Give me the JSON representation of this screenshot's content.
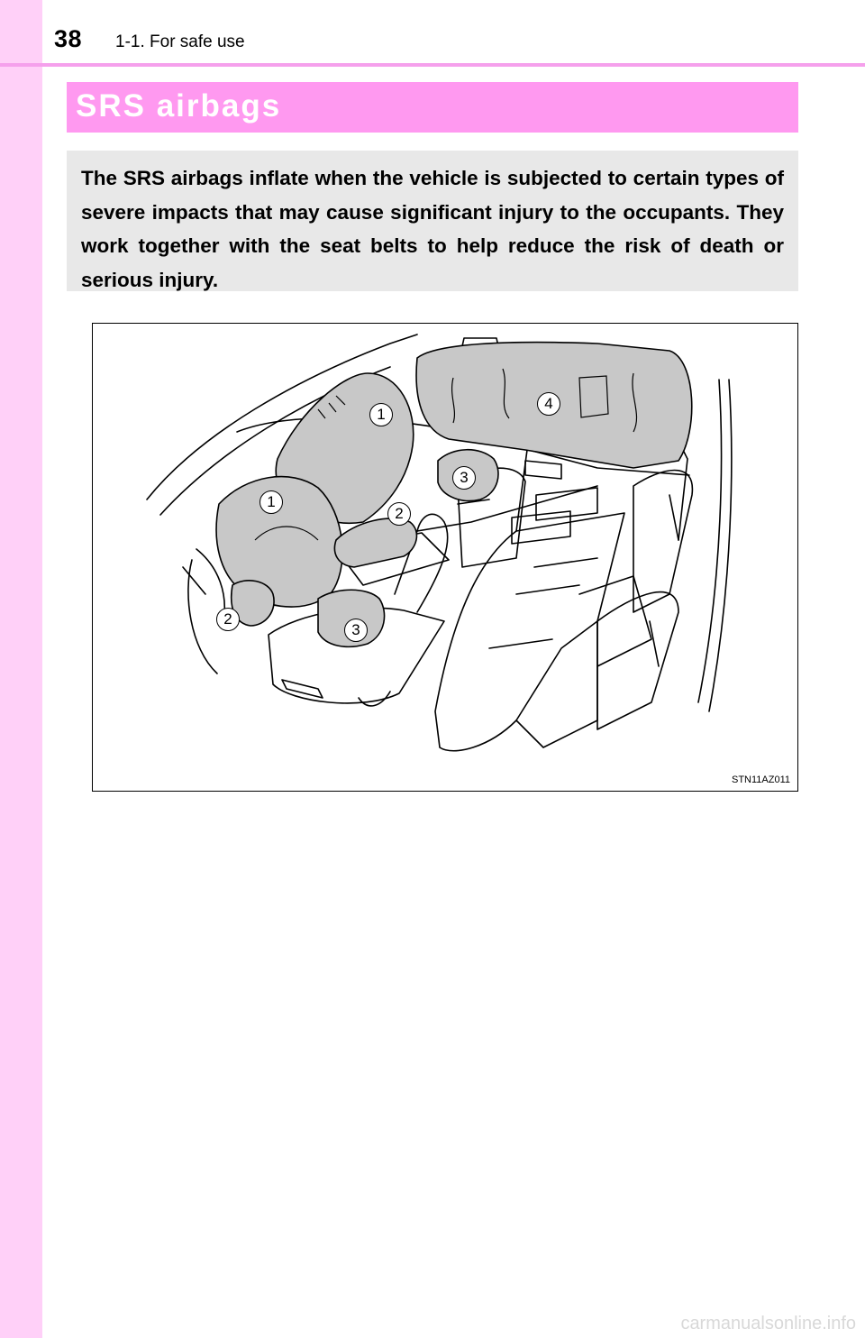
{
  "header": {
    "page_number": "38",
    "section": "1-1. For safe use"
  },
  "title": "SRS airbags",
  "intro": "The SRS airbags inflate when the vehicle is subjected to certain types of severe impacts that may cause significant injury to the occupants. They work together with the seat belts to help reduce the risk of death or serious injury.",
  "figure": {
    "code": "STN11AZ011",
    "callouts": [
      "1",
      "4",
      "3",
      "1",
      "2",
      "2",
      "3"
    ]
  },
  "watermark": "carmanualsonline.info",
  "colors": {
    "side_strip": "#ffd0f8",
    "title_bar": "#ff99f0",
    "intro_box": "#e8e8e8",
    "airbag_fill": "#c8c8c8"
  }
}
